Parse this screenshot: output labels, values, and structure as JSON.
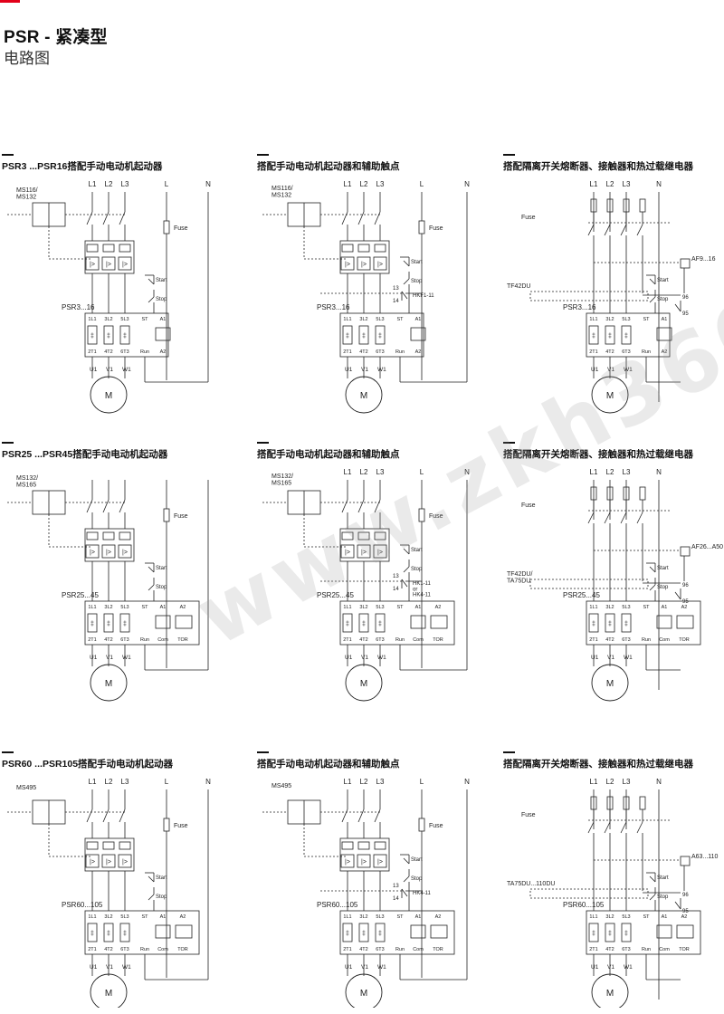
{
  "header": {
    "title": "PSR - 紧凑型",
    "subtitle": "电路图",
    "accent_color": "#e2001a"
  },
  "watermark": "www.zkh360.com",
  "diagrams": [
    {
      "caption": "PSR3 ...PSR16搭配手动电动机起动器",
      "variant": "mms",
      "protector": "MS116/\nMS132",
      "starter": "PSR3...16",
      "phases": [
        "L1",
        "L2",
        "L3"
      ],
      "supply": [
        "L",
        "N"
      ],
      "fuse": "Fuse",
      "start": "Start",
      "stop": "Stop",
      "top_terms": [
        "1L1",
        "3L2",
        "5L3",
        "ST",
        "A1"
      ],
      "bot_terms": [
        "2T1",
        "4T2",
        "6T3",
        "Run",
        "A2"
      ],
      "outputs": [
        "U1",
        "V1",
        "W1"
      ],
      "motor": "M"
    },
    {
      "caption": "搭配手动电动机起动器和辅助触点",
      "variant": "aux",
      "protector": "MS116/\nMS132",
      "starter": "PSR3...16",
      "phases": [
        "L1",
        "L2",
        "L3"
      ],
      "supply": [
        "L",
        "N"
      ],
      "fuse": "Fuse",
      "start": "Start",
      "stop": "Stop",
      "aux_terms": [
        "13",
        "14"
      ],
      "aux_label": "HKF1-11",
      "top_terms": [
        "1L1",
        "3L2",
        "5L3",
        "ST",
        "A1"
      ],
      "bot_terms": [
        "2T1",
        "4T2",
        "6T3",
        "Run",
        "A2"
      ],
      "outputs": [
        "U1",
        "V1",
        "W1"
      ],
      "motor": "M"
    },
    {
      "caption": "搭配隔离开关熔断器、接触器和热过载继电器",
      "variant": "contactor",
      "protector": "TF42DU",
      "starter": "PSR3...16",
      "phases": [
        "L1",
        "L2",
        "L3"
      ],
      "supply": [
        "N"
      ],
      "fuse": "Fuse",
      "start": "Start",
      "stop": "Stop",
      "contactor": "AF9...16",
      "olr_terms": [
        "96",
        "95"
      ],
      "top_terms": [
        "1L1",
        "3L2",
        "5L3",
        "ST",
        "A1"
      ],
      "bot_terms": [
        "2T1",
        "4T2",
        "6T3",
        "Run",
        "A2"
      ],
      "outputs": [
        "U1",
        "V1",
        "W1"
      ],
      "motor": "M"
    },
    {
      "caption": "PSR25 ...PSR45搭配手动电动机起动器",
      "variant": "mms",
      "protector": "MS132/\nMS165",
      "starter": "PSR25...45",
      "phases": [],
      "supply": [],
      "fuse": "Fuse",
      "start": "Start",
      "stop": "Stop",
      "top_terms": [
        "1L1",
        "3L2",
        "5L3",
        "ST",
        "A1",
        "A2"
      ],
      "bot_terms": [
        "2T1",
        "4T2",
        "6T3",
        "Run",
        "Com",
        "TOR"
      ],
      "outputs": [
        "U1",
        "V1",
        "W1"
      ],
      "motor": "M"
    },
    {
      "caption": "搭配手动电动机起动器和辅助触点",
      "variant": "aux",
      "protector": "MS132/\nMS165",
      "starter": "PSR25...45",
      "phases": [
        "L1",
        "L2",
        "L3"
      ],
      "supply": [
        "L",
        "N"
      ],
      "fuse": "Fuse",
      "start": "Start",
      "stop": "Stop",
      "aux_terms": [
        "13",
        "14"
      ],
      "aux_label": "HK1-11\nor\nHK4-11",
      "top_terms": [
        "1L1",
        "3L2",
        "5L3",
        "ST",
        "A1",
        "A2"
      ],
      "bot_terms": [
        "2T1",
        "4T2",
        "6T3",
        "Run",
        "Com",
        "TOR"
      ],
      "outputs": [
        "U1",
        "V1",
        "W1"
      ],
      "motor": "M"
    },
    {
      "caption": "搭配隔离开关熔断器、接触器和热过载继电器",
      "variant": "contactor",
      "protector": "TF42DU/\nTA75DU",
      "starter": "PSR25...45",
      "phases": [
        "L1",
        "L2",
        "L3"
      ],
      "supply": [
        "N"
      ],
      "fuse": "Fuse",
      "start": "Start",
      "stop": "Stop",
      "contactor": "AF26...A50",
      "olr_terms": [
        "96",
        "95"
      ],
      "top_terms": [
        "1L1",
        "3L2",
        "5L3",
        "ST",
        "A1",
        "A2"
      ],
      "bot_terms": [
        "2T1",
        "4T2",
        "6T3",
        "Run",
        "Com",
        "TOR"
      ],
      "outputs": [
        "U1",
        "V1",
        "W1"
      ],
      "motor": "M"
    },
    {
      "caption": "PSR60 ...PSR105搭配手动电动机起动器",
      "variant": "mms",
      "protector": "MS495",
      "starter": "PSR60...105",
      "phases": [
        "L1",
        "L2",
        "L3"
      ],
      "supply": [
        "L",
        "N"
      ],
      "fuse": "Fuse",
      "start": "Start",
      "stop": "Stop",
      "top_terms": [
        "1L1",
        "3L2",
        "5L3",
        "ST",
        "A1",
        "A2"
      ],
      "bot_terms": [
        "2T1",
        "4T2",
        "6T3",
        "Run",
        "Com",
        "TOR"
      ],
      "outputs": [
        "U1",
        "V1",
        "W1"
      ],
      "motor": "M"
    },
    {
      "caption": "搭配手动电动机起动器和辅助触点",
      "variant": "aux",
      "protector": "MS495",
      "starter": "PSR60...105",
      "phases": [
        "L1",
        "L2",
        "L3"
      ],
      "supply": [
        "L",
        "N"
      ],
      "fuse": "Fuse",
      "start": "Start",
      "stop": "Stop",
      "aux_terms": [
        "13",
        "14"
      ],
      "aux_label": "HK4-11",
      "top_terms": [
        "1L1",
        "3L2",
        "5L3",
        "ST",
        "A1",
        "A2"
      ],
      "bot_terms": [
        "2T1",
        "4T2",
        "6T3",
        "Run",
        "Com",
        "TOR"
      ],
      "outputs": [
        "U1",
        "V1",
        "W1"
      ],
      "motor": "M"
    },
    {
      "caption": "搭配隔离开关熔断器、接触器和热过载继电器",
      "variant": "contactor",
      "protector": "TA75DU...110DU",
      "starter": "PSR60...105",
      "phases": [
        "L1",
        "L2",
        "L3"
      ],
      "supply": [
        "N"
      ],
      "fuse": "Fuse",
      "start": "Start",
      "stop": "Stop",
      "contactor": "A63...110",
      "olr_terms": [
        "96",
        "95"
      ],
      "top_terms": [
        "1L1",
        "3L2",
        "5L3",
        "ST",
        "A1",
        "A2"
      ],
      "bot_terms": [
        "2T1",
        "4T2",
        "6T3",
        "Run",
        "Com",
        "TOR"
      ],
      "outputs": [
        "U1",
        "V1",
        "W1"
      ],
      "motor": "M"
    }
  ]
}
